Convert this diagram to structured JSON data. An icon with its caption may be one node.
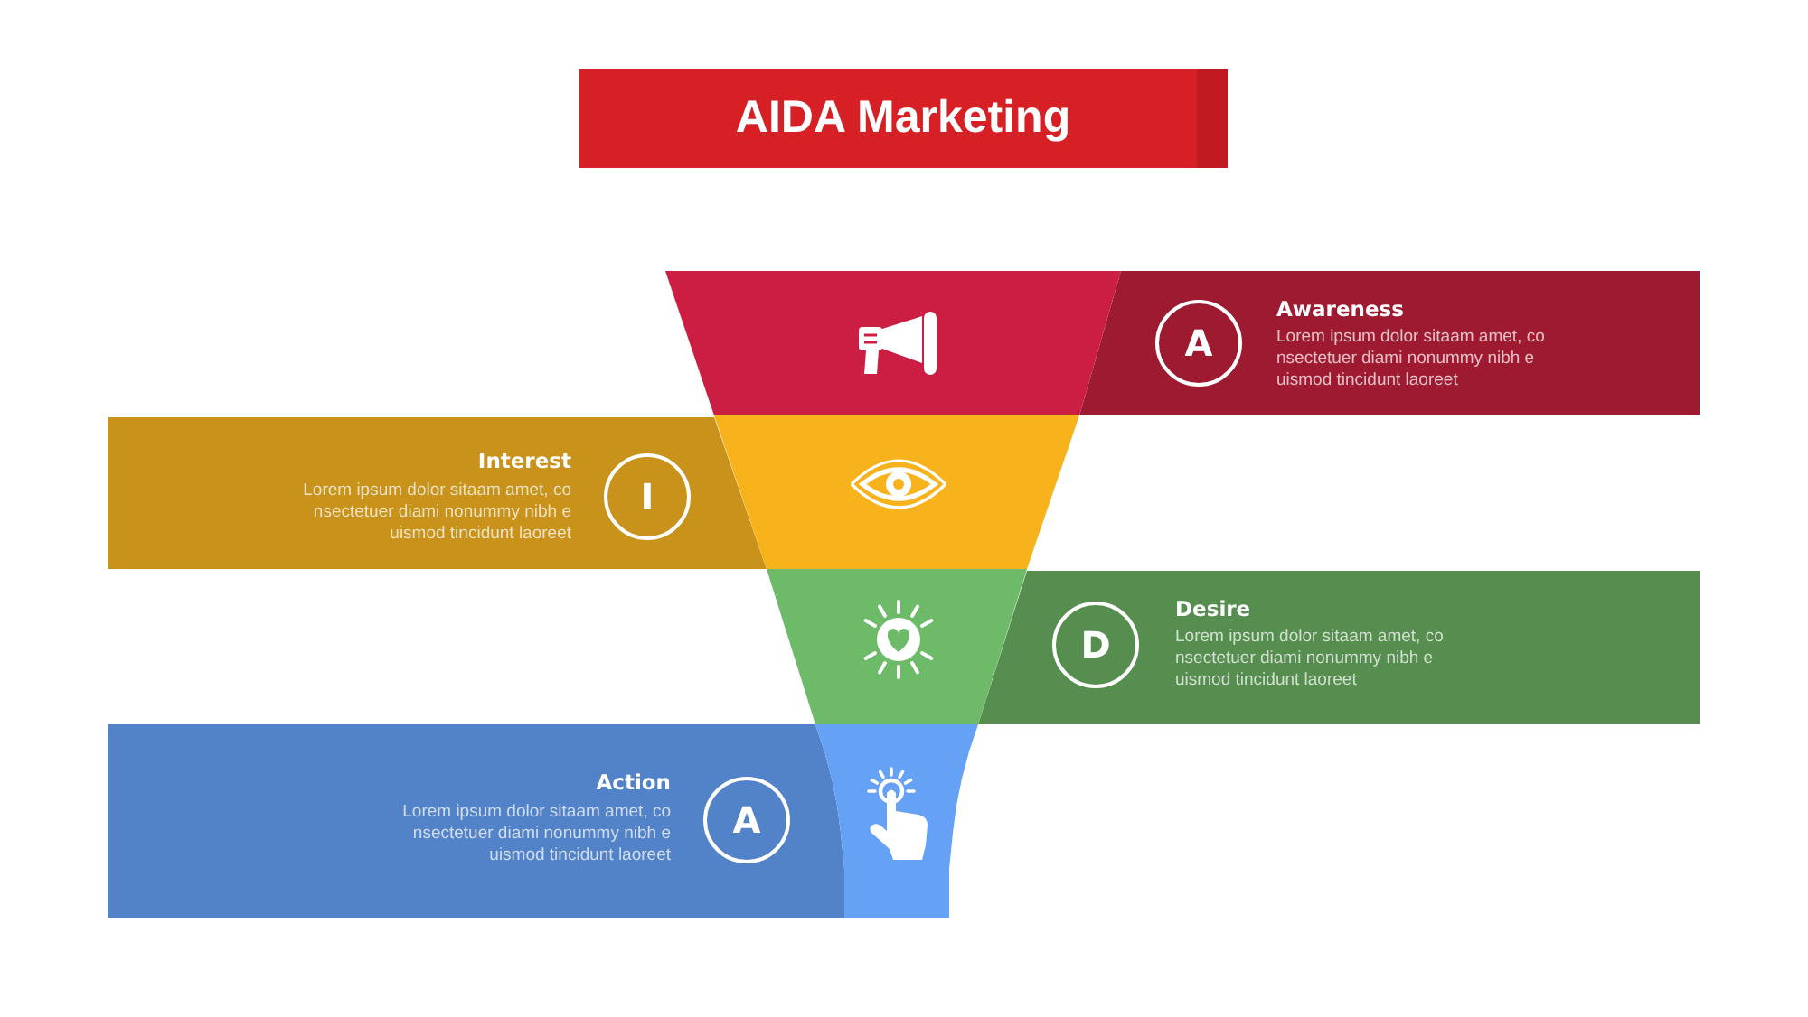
{
  "diagram": {
    "title": "AIDA Marketing",
    "nodes": [
      {
        "text": [],
        "shape": "trapezoid"
      },
      {
        "text": [
          "Awareness",
          "Lorem ipsum dolor sitaam amet, co nsectetuer diami nonummy nibh e uismod tincidunt laoreet"
        ]
      },
      {
        "text": [
          "A"
        ],
        "in": 1
      },
      {
        "text": [
          "Interest",
          "Lorem ipsum dolor sitaam amet, co nsectetuer diami nonummy nibh e uismod tincidunt laoreet"
        ]
      },
      {
        "text": [
          "I"
        ],
        "in": 3
      },
      {
        "text": [],
        "shape": "trapezoid"
      },
      {
        "text": [],
        "shape": "trapezoid"
      },
      {
        "text": [
          "Desire",
          "Lorem ipsum dolor sitaam amet, co nsectetuer diami nonummy nibh e uismod tincidunt laoreet"
        ]
      },
      {
        "text": [
          "D"
        ],
        "in": 7
      },
      {
        "text": [
          "Action",
          "Lorem ipsum dolor sitaam amet, co nsectetuer diami nonummy nibh e uismod tincidunt laoreet"
        ]
      },
      {
        "text": [
          "A"
        ],
        "in": 9
      },
      {
        "text": [],
        "shape": "trapezoid"
      }
    ]
  }
}
